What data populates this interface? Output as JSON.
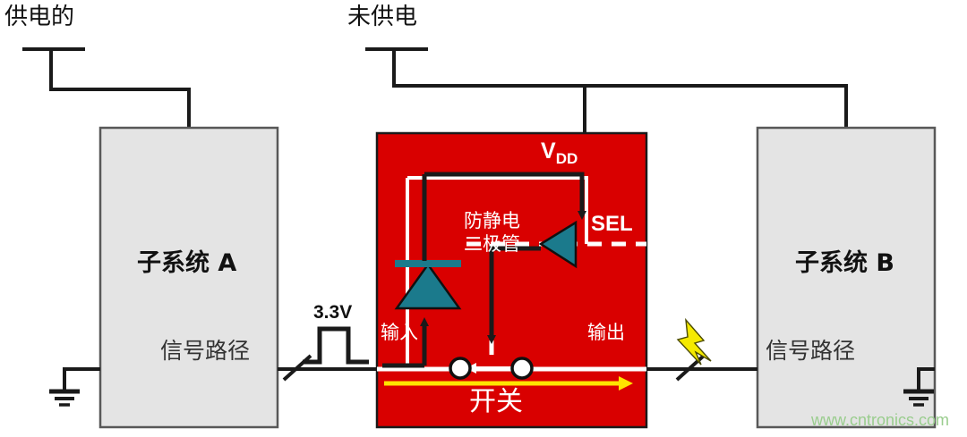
{
  "diagram": {
    "title_labels": {
      "powered": "供电的",
      "unpowered": "未供电"
    },
    "subsystem_a": {
      "name": "子系统 A",
      "signal_path": "信号路径"
    },
    "subsystem_b": {
      "name": "子系统 B",
      "signal_path": "信号路径"
    },
    "switch_block": {
      "vdd_main": "V",
      "vdd_sub": "DD",
      "sel": "SEL",
      "esd_line1": "防静电",
      "esd_line2": "二极管",
      "input": "输入",
      "output": "输出",
      "switch_name": "开关"
    },
    "signal": {
      "voltage": "3.3V"
    },
    "watermark": "www.cntronics.com",
    "colors": {
      "red_block": "#D90000",
      "red_block_border": "#1a1a1a",
      "teal_device": "#1B7A8C",
      "gray_box": "#E4E4E4",
      "gray_box_border": "#585858",
      "wire": "#1a1a1a",
      "white_trace": "#FFFFFF",
      "yellow_arrow": "#FFE400",
      "lightning": "#F5EA00",
      "watermark": "#9ACD8E"
    }
  }
}
